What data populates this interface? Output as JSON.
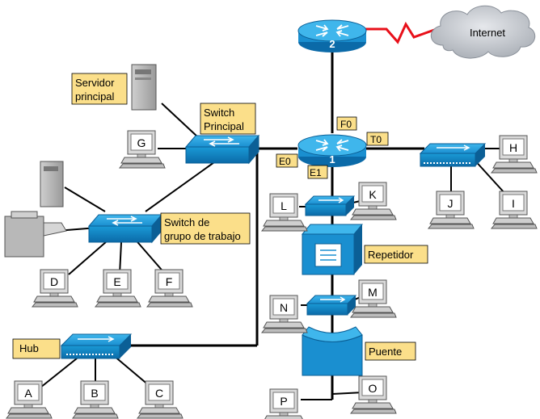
{
  "internet_label": "Internet",
  "routers": {
    "r1": "1",
    "r2": "2"
  },
  "ports": {
    "f0": "F0",
    "t0": "T0",
    "e0": "E0",
    "e1": "E1"
  },
  "devices": {
    "main_server": "Servidor principal",
    "main_server_lines": [
      "Servidor",
      "principal"
    ],
    "main_switch": "Switch Principal",
    "main_switch_lines": [
      "Switch",
      "Principal"
    ],
    "workgroup_switch": "Switch de grupo de trabajo",
    "workgroup_switch_lines": [
      "Switch de",
      "grupo de trabajo"
    ],
    "hub": "Hub",
    "repeater": "Repetidor",
    "bridge": "Puente"
  },
  "pcs": [
    "A",
    "B",
    "C",
    "D",
    "E",
    "F",
    "G",
    "H",
    "I",
    "J",
    "K",
    "L",
    "M",
    "N",
    "O",
    "P"
  ],
  "colors": {
    "label_fill": "#fbdf8a",
    "device_blue": "#1a9ad6",
    "device_dark": "#0b5f96",
    "wan_link": "#e8101a",
    "cable": "#000000"
  }
}
